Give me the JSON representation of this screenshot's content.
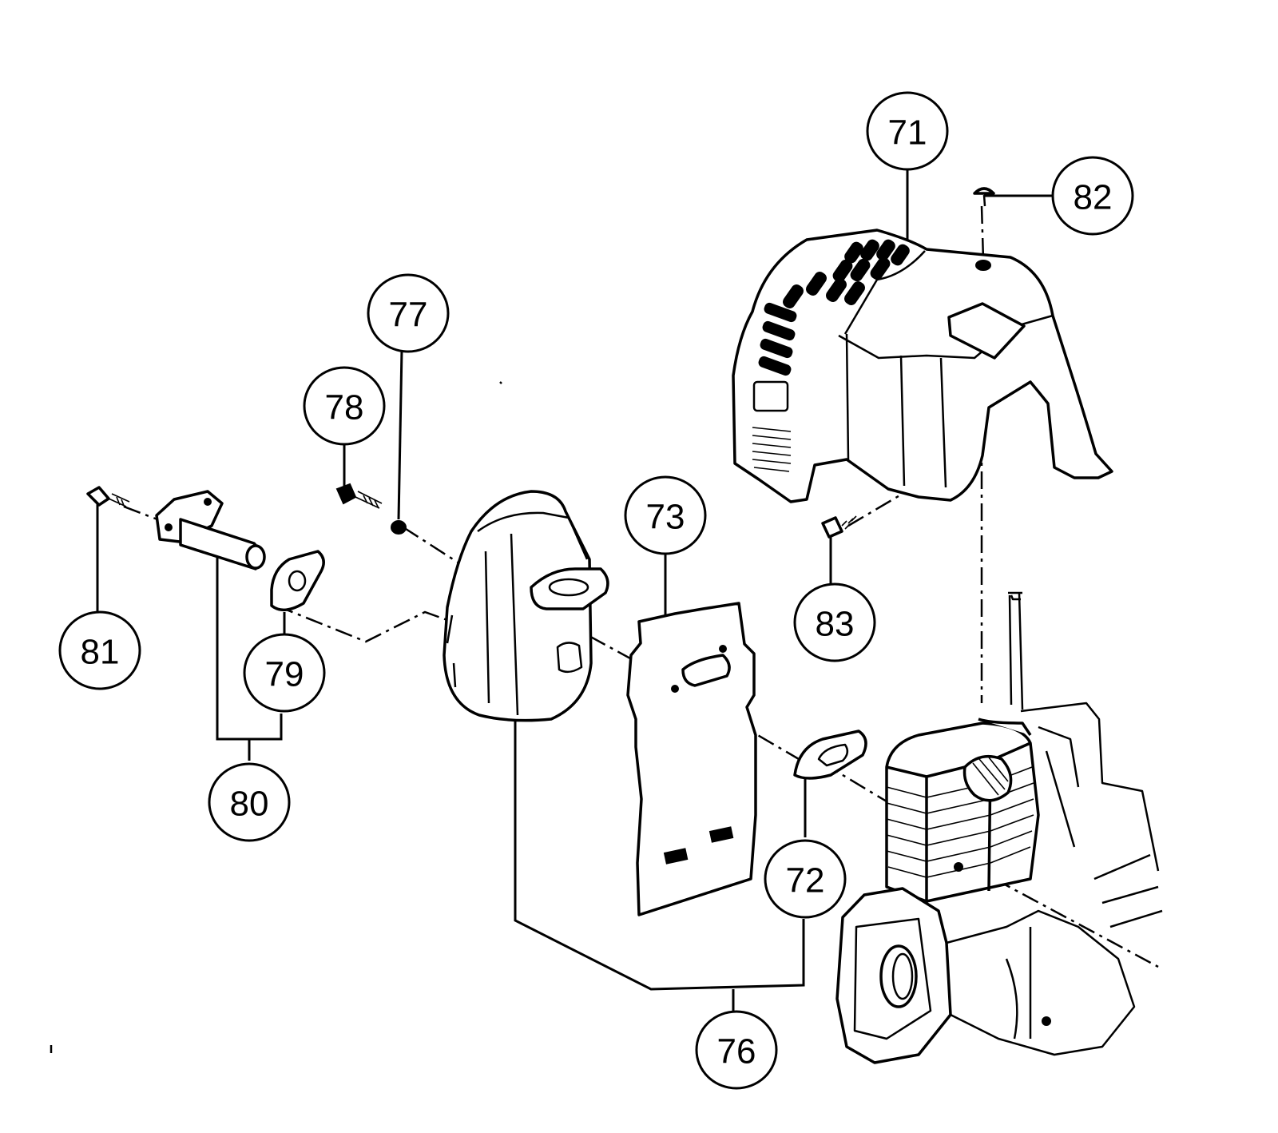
{
  "diagram": {
    "callouts": {
      "p71": "71",
      "p72": "72",
      "p73": "73",
      "p76": "76",
      "p77": "77",
      "p78": "78",
      "p79": "79",
      "p80": "80",
      "p81": "81",
      "p82": "82",
      "p83": "83"
    }
  }
}
